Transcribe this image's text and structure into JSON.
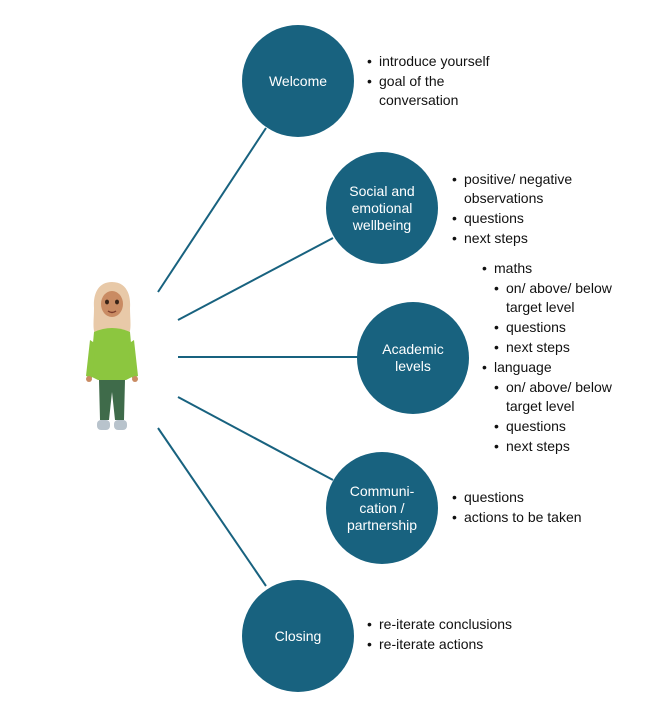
{
  "colors": {
    "node_fill": "#18627f",
    "connector": "#18627f",
    "text": "#111111"
  },
  "figure": {
    "icon": "student-avatar-icon",
    "colors": {
      "hijab": "#e8c9a8",
      "sweater": "#8cc63f",
      "pants": "#3f6b4a",
      "shoes": "#b8c3cc",
      "skin": "#c98b63"
    }
  },
  "nodes": {
    "welcome": {
      "label": "Welcome",
      "bullets": [
        "introduce yourself",
        "goal of the conversation"
      ]
    },
    "social": {
      "label": "Social and\nemotional\nwellbeing",
      "bullets": [
        "positive/ negative observations",
        "questions",
        "next steps"
      ]
    },
    "academic": {
      "label": "Academic\nlevels",
      "bullets": {
        "maths": "maths",
        "maths_sub": [
          "on/ above/ below target level",
          "questions",
          "next steps"
        ],
        "language": "language",
        "language_sub": [
          "on/ above/ below target level",
          "questions",
          "next steps"
        ]
      }
    },
    "communication": {
      "label": "Communi-\ncation /\npartnership",
      "bullets": [
        "questions",
        "actions to be taken"
      ]
    },
    "closing": {
      "label": "Closing",
      "bullets": [
        "re-iterate conclusions",
        "re-iterate actions"
      ]
    }
  }
}
